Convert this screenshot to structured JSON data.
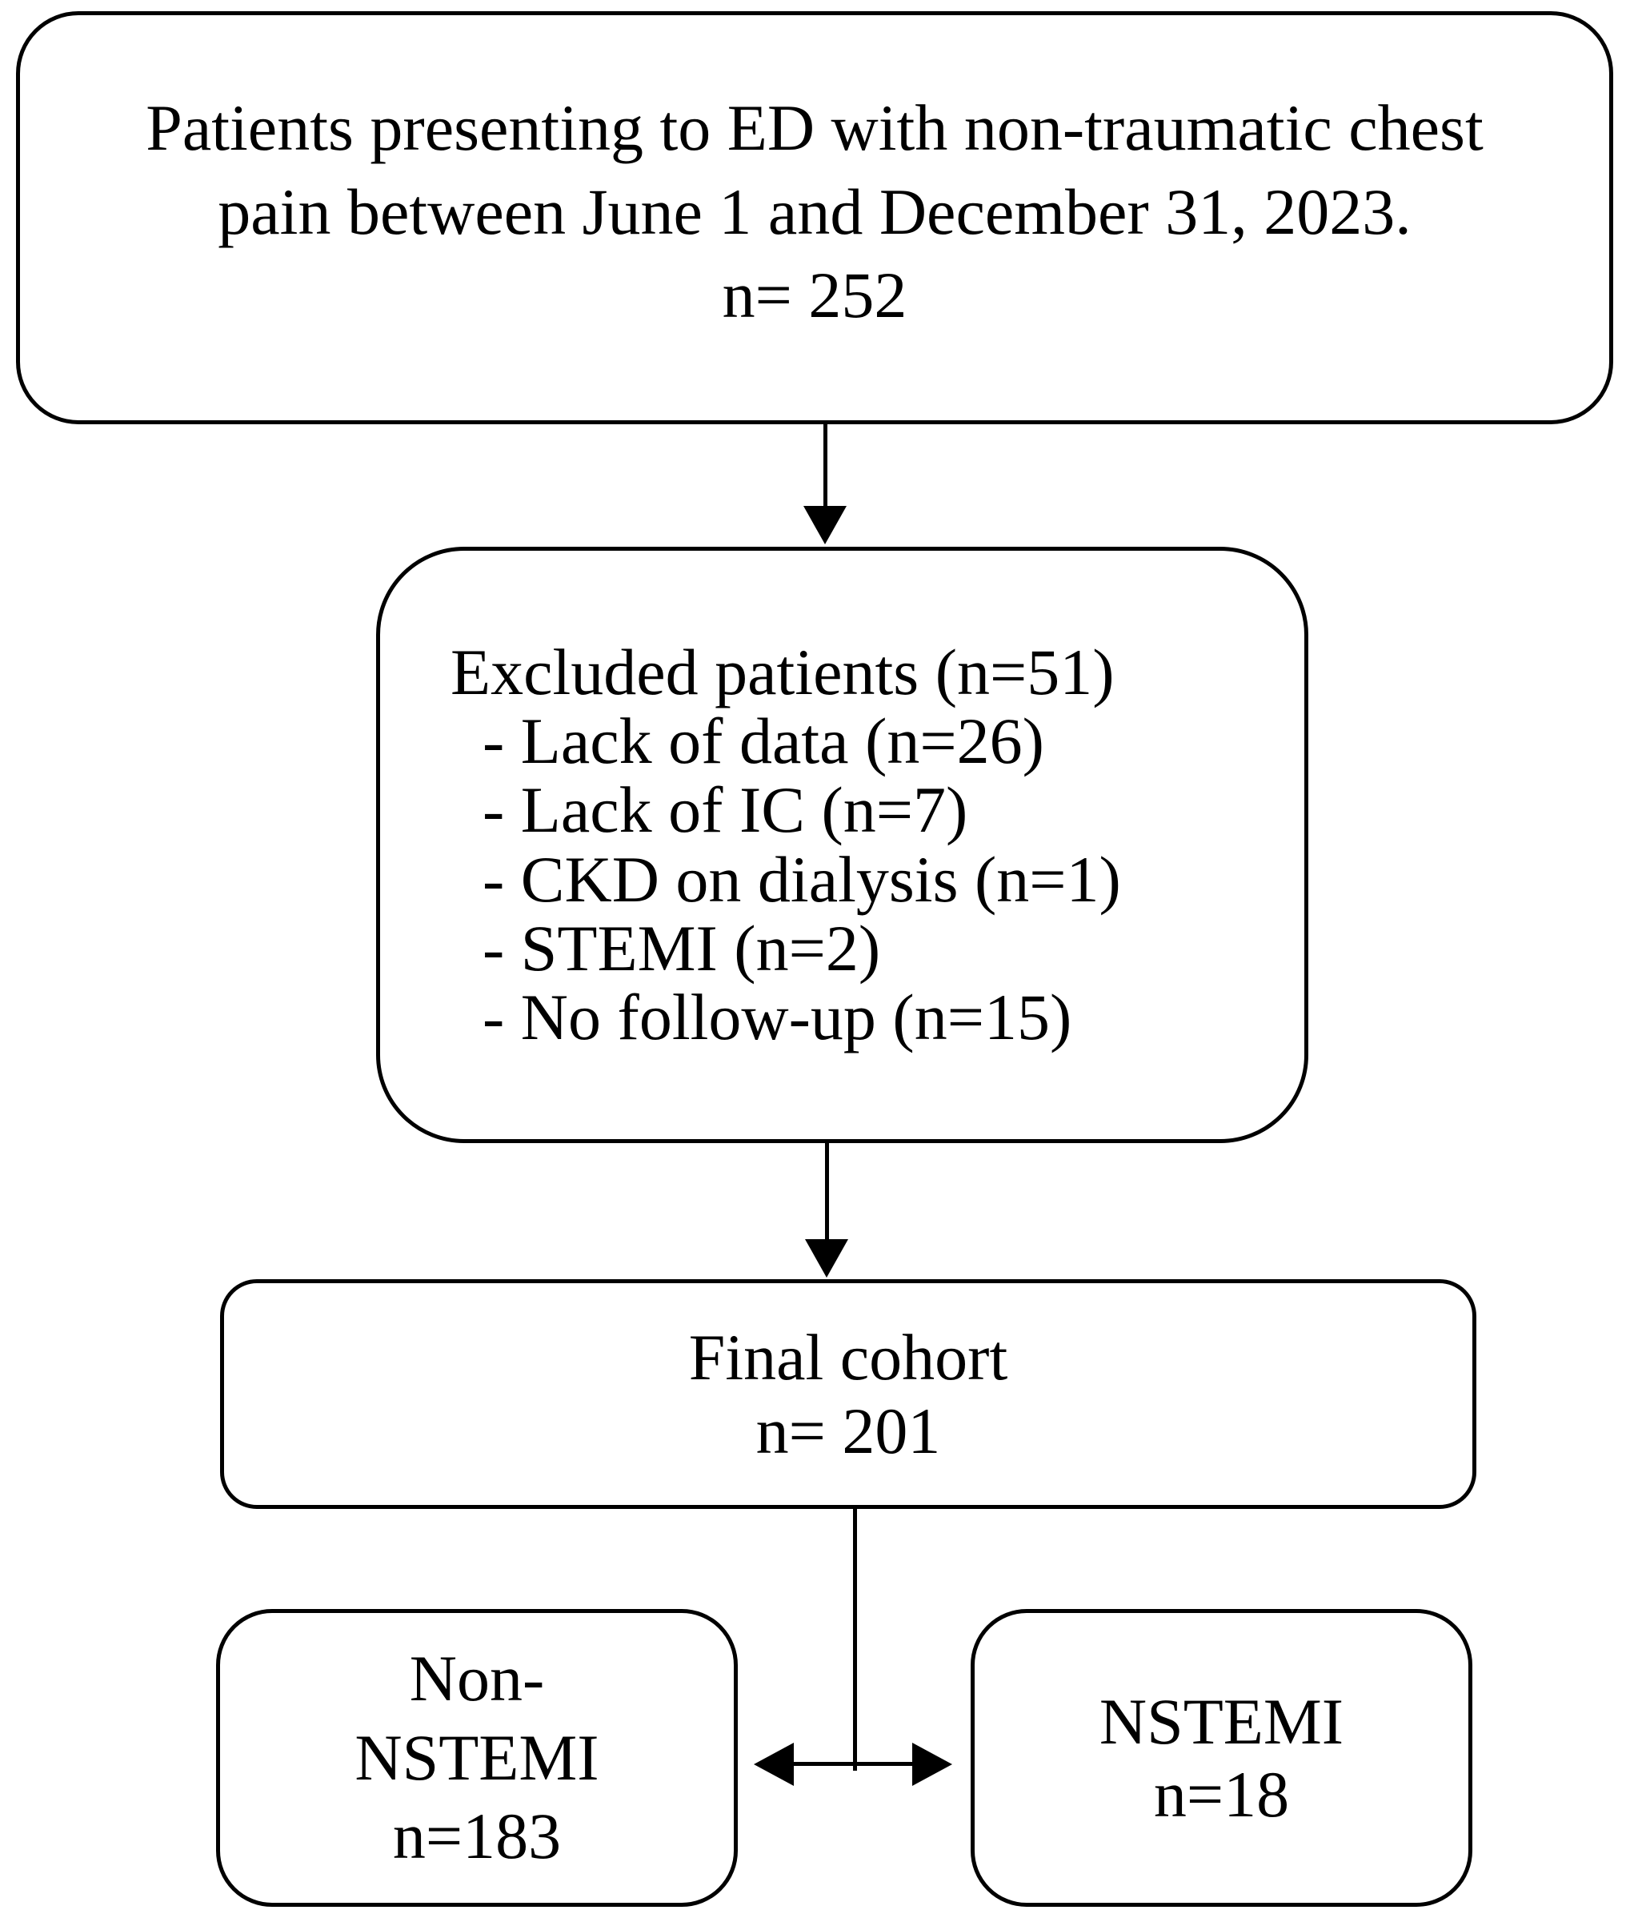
{
  "flowchart": {
    "background_color": "#ffffff",
    "ink_color": "#000000",
    "population_box": {
      "line1": "Patients presenting to ED with non-traumatic chest",
      "line2": "pain between June 1 and December 31, 2023.",
      "line3": "n= 252"
    },
    "excluded_box": {
      "heading": "Excluded patients (n=51)",
      "items": [
        "- Lack of data (n=26)",
        "- Lack of IC (n=7)",
        "- CKD on dialysis (n=1)",
        "- STEMI (n=2)",
        "- No follow-up (n=15)"
      ]
    },
    "final_cohort_box": {
      "line1": "Final cohort",
      "line2": "n= 201"
    },
    "non_nstemi_box": {
      "line1": "Non-",
      "line2": "NSTEMI",
      "line3": "n=183"
    },
    "nstemi_box": {
      "line1": "NSTEMI",
      "line2": "n=18"
    }
  }
}
